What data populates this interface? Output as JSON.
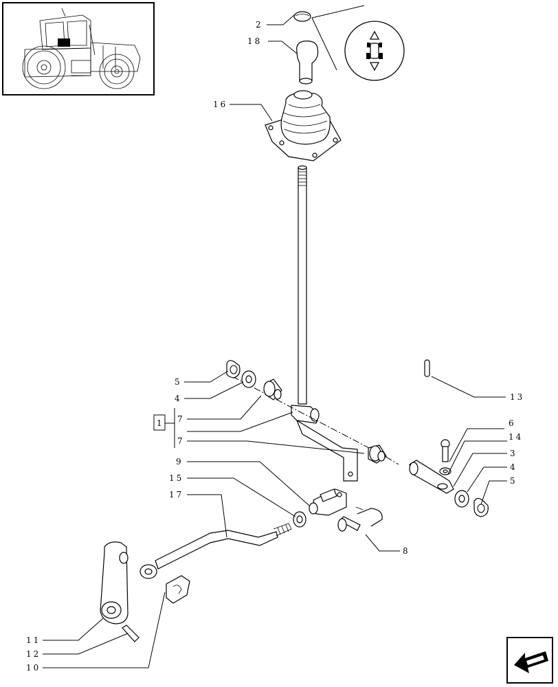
{
  "callouts": {
    "c2": "2",
    "c18": "18",
    "c16": "16",
    "c13": "13",
    "c5a": "5",
    "c4a": "4",
    "c7a": "7",
    "c1": "1",
    "c7b": "7",
    "c6": "6",
    "c14": "14",
    "c3": "3",
    "c4b": "4",
    "c5b": "5",
    "c9": "9",
    "c15": "15",
    "c17": "17",
    "c8": "8",
    "c11": "11",
    "c12": "12",
    "c10": "10"
  },
  "icons": {
    "thumbnail": "tractor-location-thumbnail",
    "symbol": "forward-reverse-shuttle-icon",
    "nav": "next-page-arrow-icon"
  }
}
